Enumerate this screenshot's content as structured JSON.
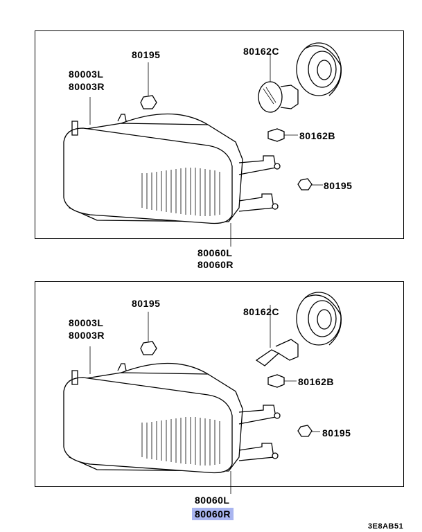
{
  "top_panel": {
    "housing_l": "80003L",
    "housing_r": "80003R",
    "nut_top": "80195",
    "bulb_main": "80162C",
    "bulb_small": "80162B",
    "nut_side": "80195",
    "assy_l": "80060L",
    "assy_r": "80060R"
  },
  "bottom_panel": {
    "housing_l": "80003L",
    "housing_r": "80003R",
    "nut_top": "80195",
    "bulb_main": "80162C",
    "bulb_small": "80162B",
    "nut_side": "80195",
    "assy_l": "80060L",
    "assy_r_highlighted": "80060R"
  },
  "diagram_code": "3E8AB51",
  "highlight_color": "#a9b5f0"
}
